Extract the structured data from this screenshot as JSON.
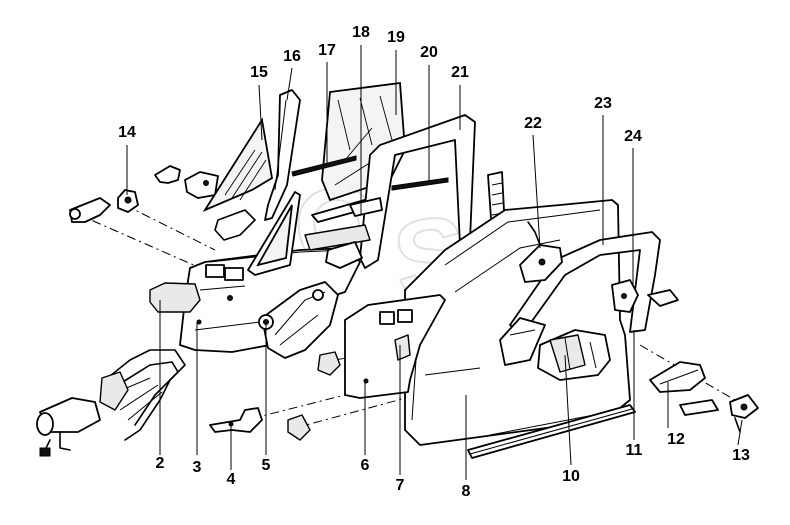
{
  "diagram": {
    "callouts": [
      {
        "id": "2",
        "label": "2"
      },
      {
        "id": "3",
        "label": "3"
      },
      {
        "id": "4",
        "label": "4"
      },
      {
        "id": "5",
        "label": "5"
      },
      {
        "id": "6",
        "label": "6"
      },
      {
        "id": "7",
        "label": "7"
      },
      {
        "id": "8",
        "label": "8"
      },
      {
        "id": "10",
        "label": "10"
      },
      {
        "id": "11",
        "label": "11"
      },
      {
        "id": "12",
        "label": "12"
      },
      {
        "id": "13",
        "label": "13"
      },
      {
        "id": "14",
        "label": "14"
      },
      {
        "id": "15",
        "label": "15"
      },
      {
        "id": "16",
        "label": "16"
      },
      {
        "id": "17",
        "label": "17"
      },
      {
        "id": "18",
        "label": "18"
      },
      {
        "id": "19",
        "label": "19"
      },
      {
        "id": "20",
        "label": "20"
      },
      {
        "id": "21",
        "label": "21"
      },
      {
        "id": "22",
        "label": "22"
      },
      {
        "id": "23",
        "label": "23"
      },
      {
        "id": "24",
        "label": "24"
      }
    ]
  }
}
